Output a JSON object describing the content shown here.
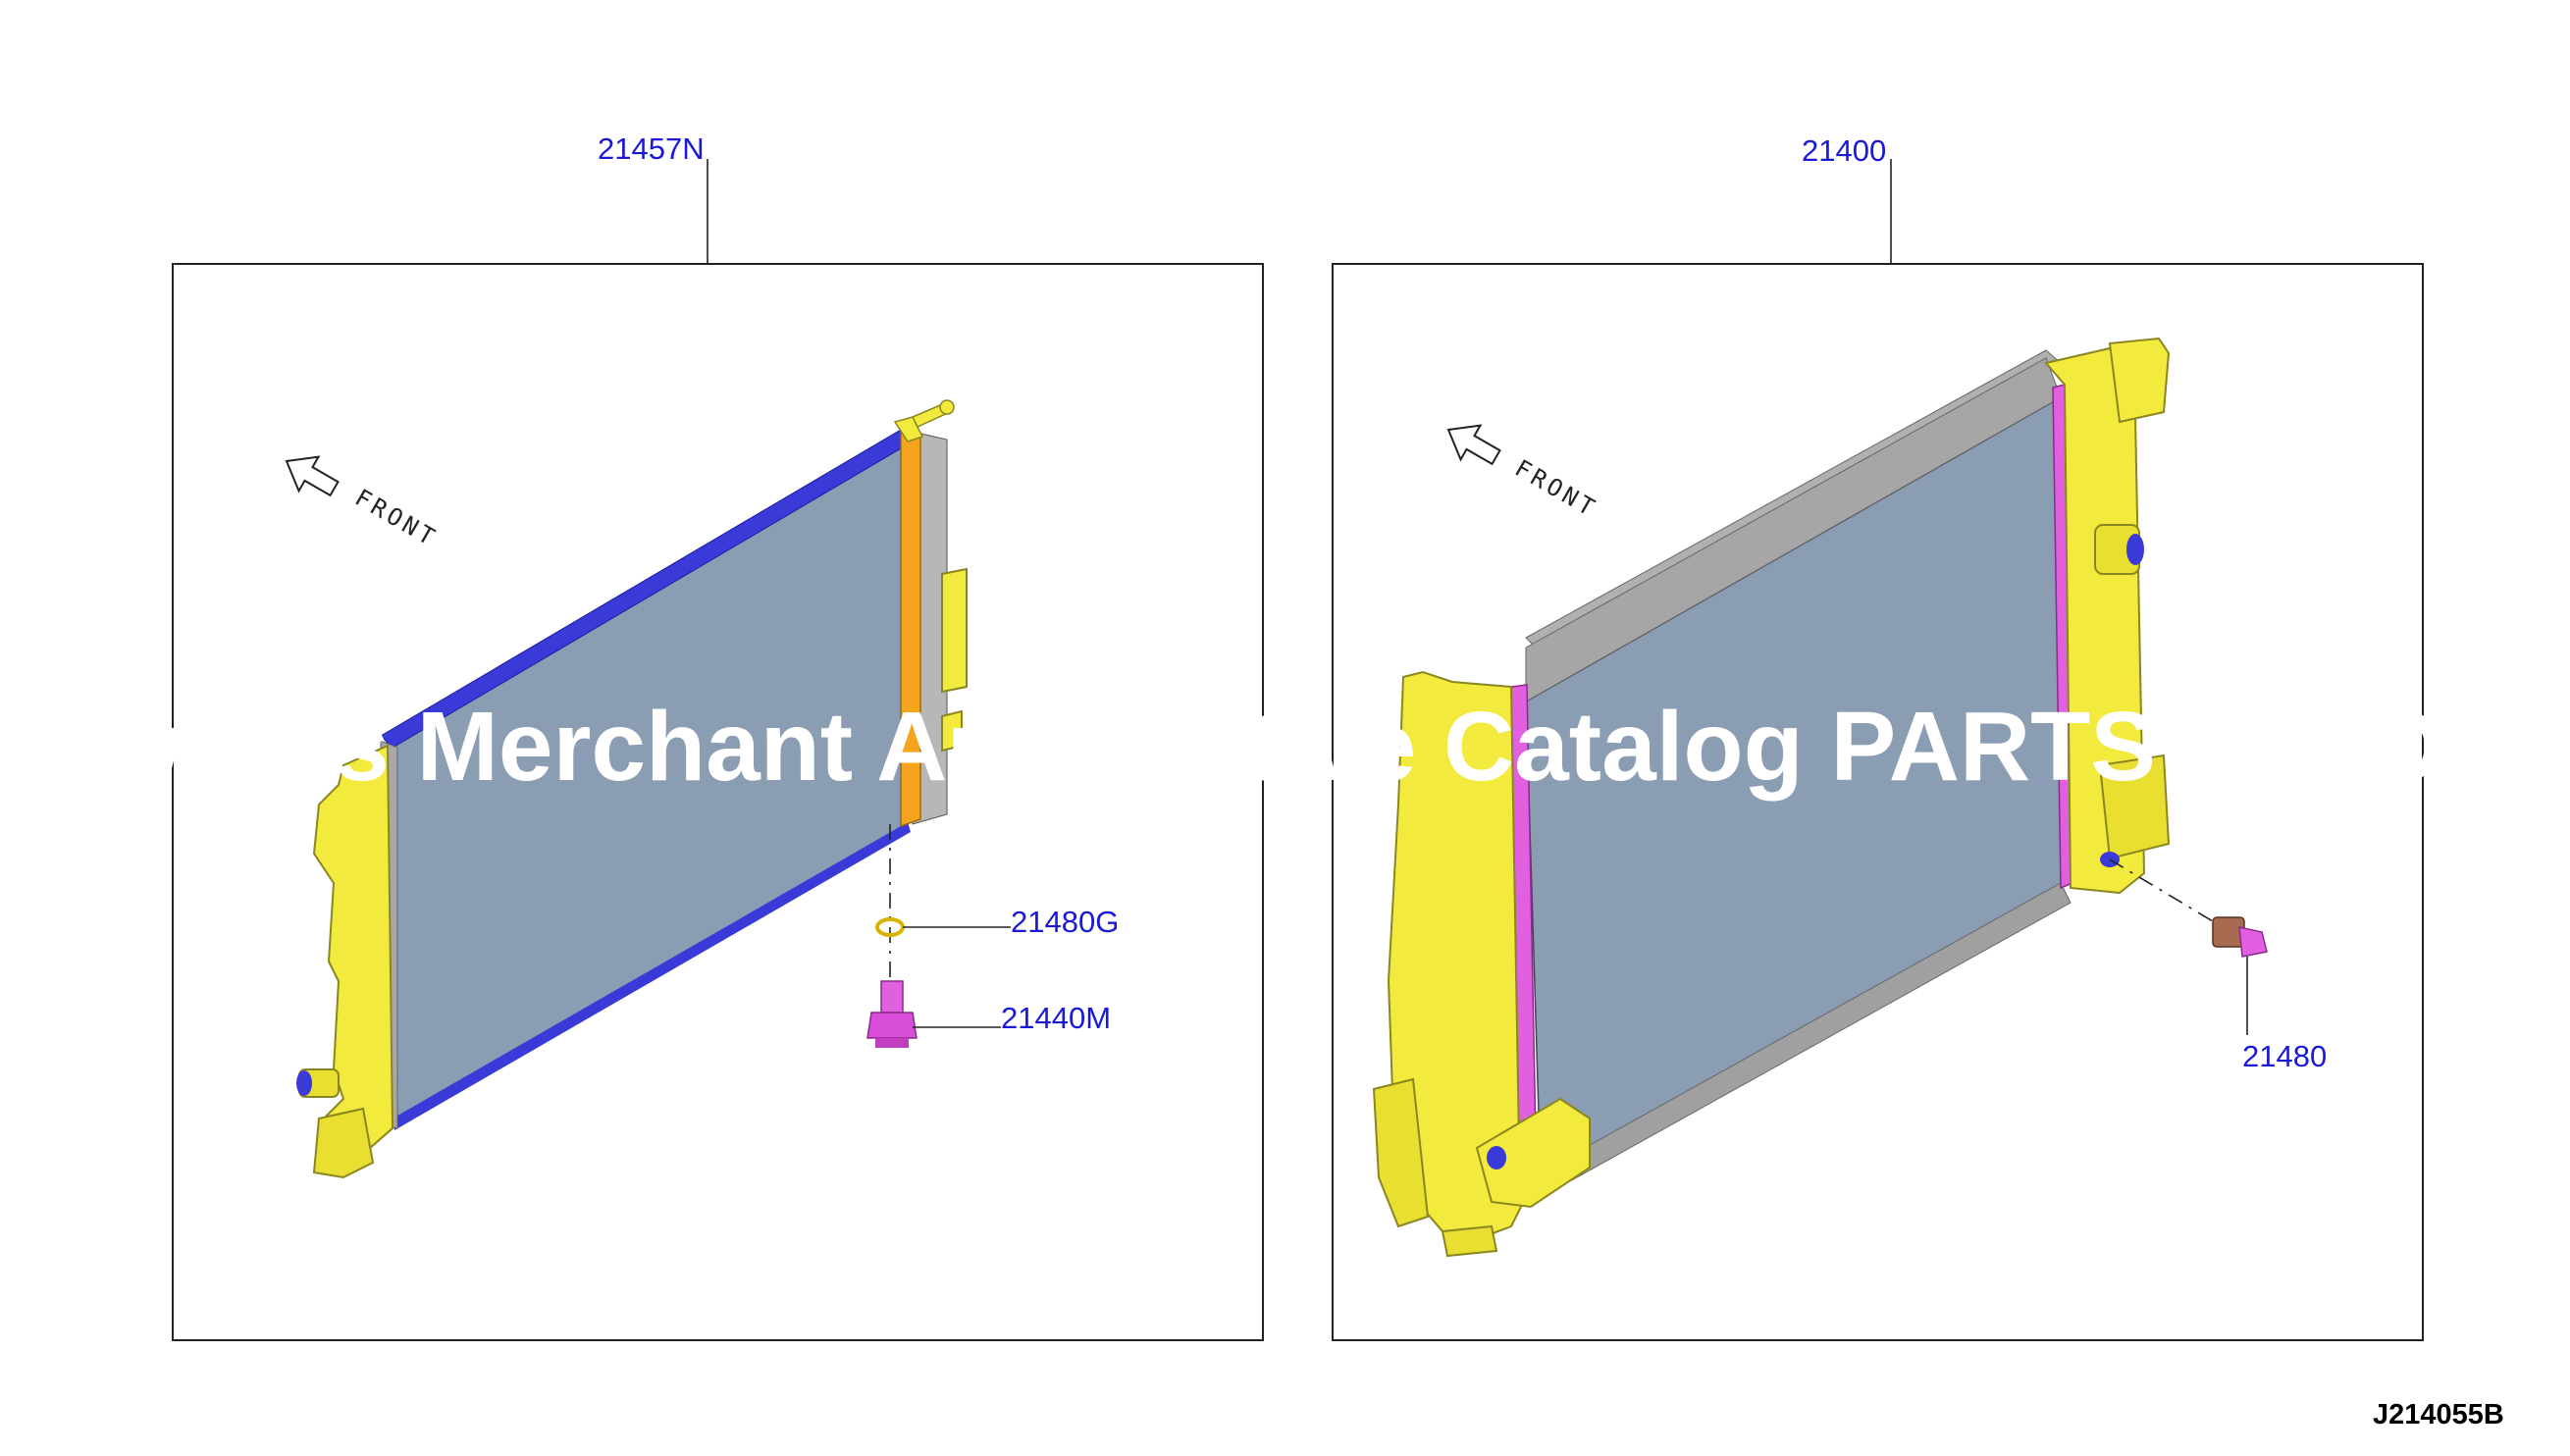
{
  "panels": {
    "left": {
      "assembly_part": "21457N",
      "front_label": "FRONT",
      "parts": [
        "21480G",
        "21440M"
      ]
    },
    "right": {
      "assembly_part": "21400",
      "front_label": "FRONT",
      "parts": [
        "21480"
      ]
    }
  },
  "diagram_id": "J214055B",
  "watermark": "Owners Merchant Automotive Catalog PARTSTOGO.COM",
  "colors": {
    "label": "#1a1ad6",
    "core": "#8a9db3",
    "tank_yellow": "#f2ea3c",
    "edge_blue": "#3a3ad8",
    "seal_magenta": "#e060e0",
    "frame_gray": "#a6a6a6",
    "sensor_brown": "#a86a50"
  }
}
